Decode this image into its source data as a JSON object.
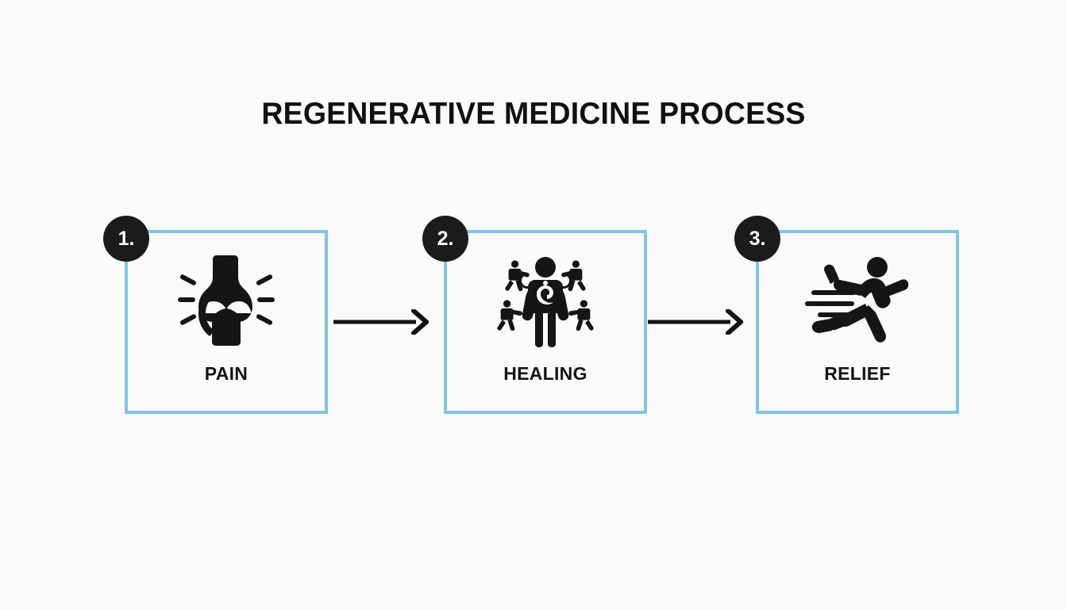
{
  "page": {
    "background_color": "#fafafa",
    "accent_color": "#7ec5e6",
    "badge_color": "#1b1b1b",
    "ink_color": "#111111"
  },
  "title": "REGENERATIVE MEDICINE PROCESS",
  "steps": [
    {
      "number": "1.",
      "label": "PAIN",
      "icon": "knee-joint-pain-icon"
    },
    {
      "number": "2.",
      "label": "HEALING",
      "icon": "regenerating-body-cells-icon"
    },
    {
      "number": "3.",
      "label": "RELIEF",
      "icon": "running-person-icon"
    }
  ],
  "connectors": [
    {
      "name": "arrow-pain-to-healing",
      "direction": "right"
    },
    {
      "name": "arrow-healing-to-relief",
      "direction": "right"
    }
  ]
}
